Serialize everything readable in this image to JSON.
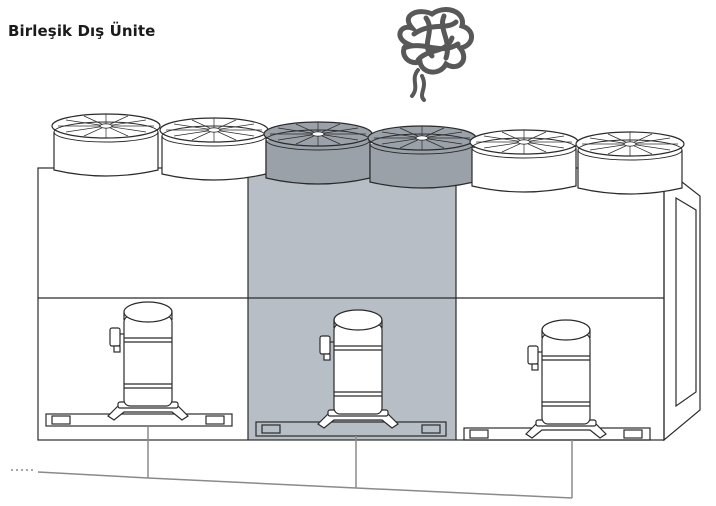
{
  "title": "Birleşik Dış Ünite",
  "colors": {
    "active_module": "#b8bec6",
    "active_fan": "#9aa1a9",
    "smoke": "#585858",
    "outline": "#2b2b2b",
    "pipe": "#8a8a8a",
    "background": "#ffffff"
  },
  "modules": [
    {
      "name": "module-left",
      "active": false
    },
    {
      "name": "module-center",
      "active": true
    },
    {
      "name": "module-right",
      "active": false
    }
  ],
  "icons": [
    "smoke-icon",
    "fan-icon",
    "compressor-icon"
  ]
}
